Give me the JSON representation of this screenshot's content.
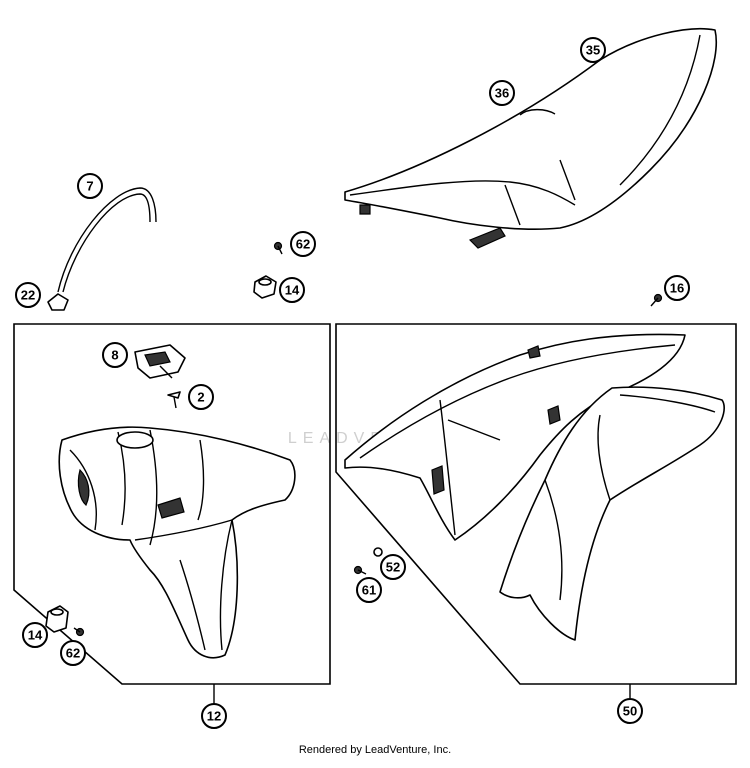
{
  "callouts": {
    "c35": "35",
    "c36": "36",
    "c7": "7",
    "c22": "22",
    "c62a": "62",
    "c14a": "14",
    "c16": "16",
    "c8": "8",
    "c2": "2",
    "c14b": "14",
    "c62b": "62",
    "c12": "12",
    "c52": "52",
    "c61": "61",
    "c50": "50"
  },
  "watermark": "LEADVENTURE",
  "footer": "Rendered by LeadVenture, Inc."
}
